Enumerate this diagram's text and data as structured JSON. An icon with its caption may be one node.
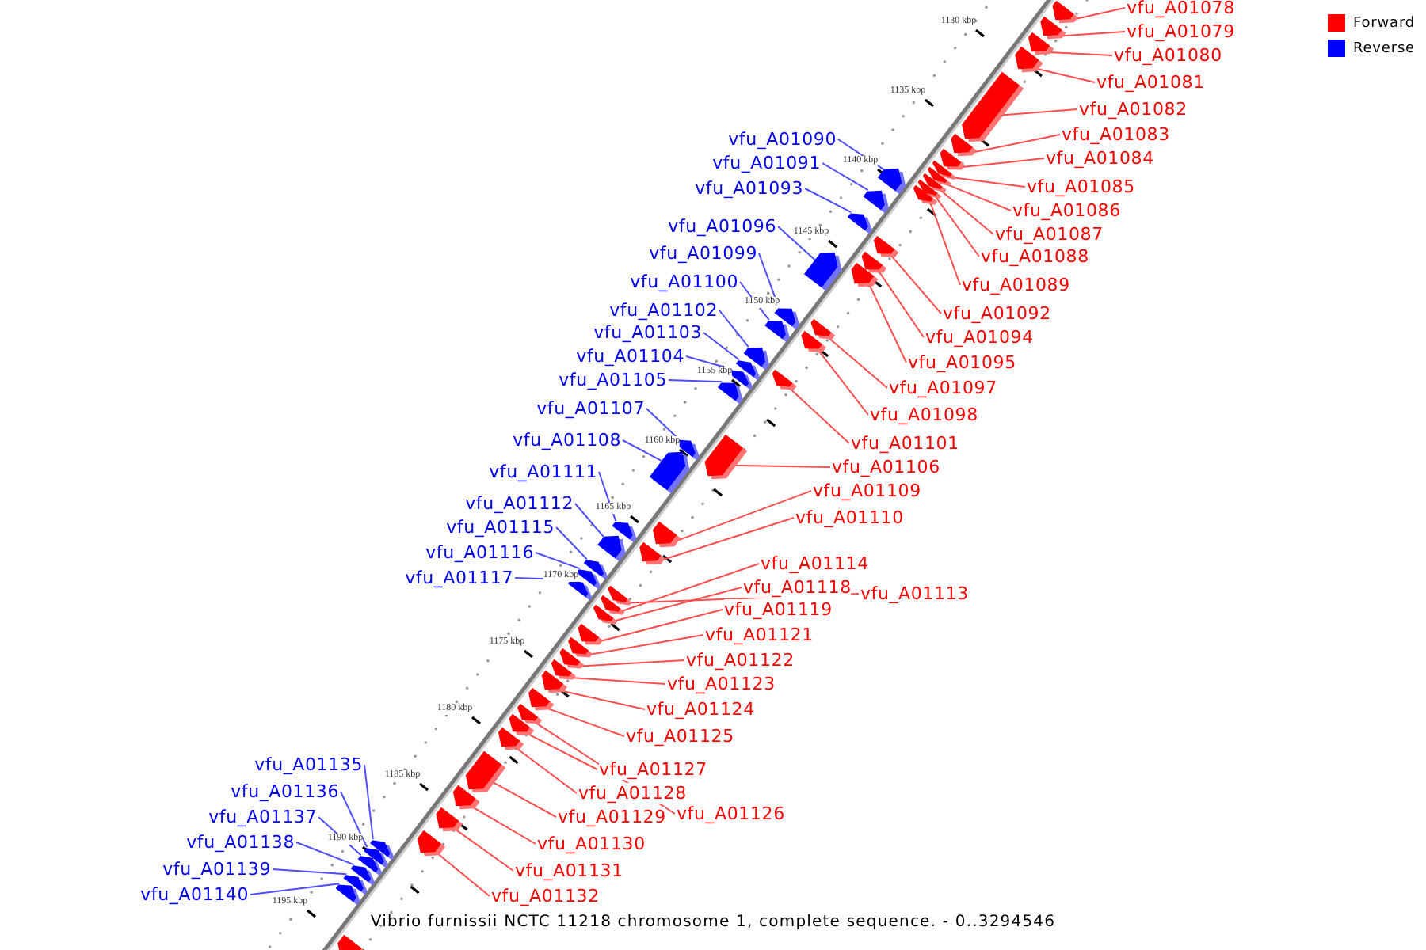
{
  "diagram": {
    "caption": "Vibrio furnissii NCTC 11218 chromosome 1, complete sequence. - 0..3294546",
    "nodes": [
      {
        "text": [
          "vfu_A01078"
        ]
      },
      {
        "text": [],
        "shape": "pentagon"
      },
      {
        "text": [
          "vfu_A01079"
        ]
      },
      {
        "text": [],
        "shape": "pentagon"
      },
      {
        "text": [
          "vfu_A01080"
        ]
      },
      {
        "text": [],
        "shape": "pentagon"
      },
      {
        "text": [
          "vfu_A01081"
        ]
      },
      {
        "text": [],
        "shape": "pentagon"
      },
      {
        "text": [
          "vfu_A01082"
        ]
      },
      {
        "text": [],
        "shape": "pentagon"
      },
      {
        "text": [
          "vfu_A01083"
        ]
      },
      {
        "text": [],
        "shape": "pentagon"
      },
      {
        "text": [
          "vfu_A01084"
        ]
      },
      {
        "text": [],
        "shape": "pentagon"
      },
      {
        "text": [
          "vfu_A01085"
        ]
      },
      {
        "text": [],
        "shape": "pentagon"
      },
      {
        "text": [
          "vfu_A01086"
        ]
      },
      {
        "text": [],
        "shape": "pentagon"
      },
      {
        "text": [
          "vfu_A01087"
        ]
      },
      {
        "text": [],
        "shape": "pentagon"
      },
      {
        "text": [
          "vfu_A01088"
        ]
      },
      {
        "text": [],
        "shape": "pentagon"
      },
      {
        "text": [
          "vfu_A01089"
        ]
      },
      {
        "text": [],
        "shape": "pentagon"
      },
      {
        "text": [
          "vfu_A01090"
        ]
      },
      {
        "text": [],
        "shape": "pentagon"
      },
      {
        "text": [
          "vfu_A01091"
        ]
      },
      {
        "text": [],
        "shape": "pentagon"
      },
      {
        "text": [
          "vfu_A01092"
        ]
      },
      {
        "text": [],
        "shape": "pentagon"
      },
      {
        "text": [
          "vfu_A01093"
        ]
      },
      {
        "text": [],
        "shape": "pentagon"
      },
      {
        "text": [
          "vfu_A01094"
        ]
      },
      {
        "text": [],
        "shape": "pentagon"
      },
      {
        "text": [
          "vfu_A01095"
        ]
      },
      {
        "text": [],
        "shape": "pentagon"
      },
      {
        "text": [
          "vfu_A01096"
        ]
      },
      {
        "text": [],
        "shape": "pentagon"
      },
      {
        "text": [
          "vfu_A01097"
        ]
      },
      {
        "text": [],
        "shape": "pentagon"
      },
      {
        "text": [
          "vfu_A01098"
        ]
      },
      {
        "text": [],
        "shape": "pentagon"
      },
      {
        "text": [
          "vfu_A01099"
        ]
      },
      {
        "text": [],
        "shape": "pentagon"
      },
      {
        "text": [
          "vfu_A01100"
        ]
      },
      {
        "text": [],
        "shape": "pentagon"
      },
      {
        "text": [
          "vfu_A01101"
        ]
      },
      {
        "text": [],
        "shape": "pentagon"
      },
      {
        "text": [
          "vfu_A01102"
        ]
      },
      {
        "text": [],
        "shape": "pentagon"
      },
      {
        "text": [
          "vfu_A01103"
        ]
      },
      {
        "text": [],
        "shape": "pentagon"
      },
      {
        "text": [
          "vfu_A01104"
        ]
      },
      {
        "text": [],
        "shape": "pentagon"
      },
      {
        "text": [
          "vfu_A01105"
        ]
      },
      {
        "text": [],
        "shape": "pentagon"
      },
      {
        "text": [
          "vfu_A01106"
        ]
      },
      {
        "text": [],
        "shape": "pentagon"
      },
      {
        "text": [
          "vfu_A01107"
        ]
      },
      {
        "text": [],
        "shape": "pentagon"
      },
      {
        "text": [
          "vfu_A01108"
        ]
      },
      {
        "text": [],
        "shape": "pentagon"
      },
      {
        "text": [
          "vfu_A01109"
        ]
      },
      {
        "text": [],
        "shape": "pentagon"
      },
      {
        "text": [
          "vfu_A01110"
        ]
      },
      {
        "text": [],
        "shape": "pentagon"
      },
      {
        "text": [
          "vfu_A01111"
        ]
      },
      {
        "text": [],
        "shape": "pentagon"
      },
      {
        "text": [
          "vfu_A01112"
        ]
      },
      {
        "text": [],
        "shape": "pentagon"
      },
      {
        "text": [
          "vfu_A01113"
        ]
      },
      {
        "text": [],
        "shape": "pentagon"
      },
      {
        "text": [
          "vfu_A01114"
        ]
      },
      {
        "text": [],
        "shape": "pentagon"
      },
      {
        "text": [
          "vfu_A01115"
        ]
      },
      {
        "text": [],
        "shape": "pentagon"
      },
      {
        "text": [
          "vfu_A01116"
        ]
      },
      {
        "text": [],
        "shape": "pentagon"
      },
      {
        "text": [
          "vfu_A01117"
        ]
      },
      {
        "text": [],
        "shape": "pentagon"
      },
      {
        "text": [
          "vfu_A01118"
        ]
      },
      {
        "text": [],
        "shape": "pentagon"
      },
      {
        "text": [
          "vfu_A01119"
        ]
      },
      {
        "text": [],
        "shape": "pentagon"
      },
      {
        "text": [
          "vfu_A01121"
        ]
      },
      {
        "text": [],
        "shape": "pentagon"
      },
      {
        "text": [
          "vfu_A01122"
        ]
      },
      {
        "text": [],
        "shape": "pentagon"
      },
      {
        "text": [
          "vfu_A01123"
        ]
      },
      {
        "text": [],
        "shape": "pentagon"
      },
      {
        "text": [
          "vfu_A01124"
        ]
      },
      {
        "text": [],
        "shape": "pentagon"
      },
      {
        "text": [
          "vfu_A01125"
        ]
      },
      {
        "text": [],
        "shape": "pentagon"
      },
      {
        "text": [
          "vfu_A01126"
        ]
      },
      {
        "text": [],
        "shape": "pentagon"
      },
      {
        "text": [
          "vfu_A01127"
        ]
      },
      {
        "text": [],
        "shape": "pentagon"
      },
      {
        "text": [
          "vfu_A01128"
        ]
      },
      {
        "text": [],
        "shape": "pentagon"
      },
      {
        "text": [
          "vfu_A01129"
        ]
      },
      {
        "text": [],
        "shape": "pentagon"
      },
      {
        "text": [
          "vfu_A01130"
        ]
      },
      {
        "text": [],
        "shape": "pentagon"
      },
      {
        "text": [
          "vfu_A01131"
        ]
      },
      {
        "text": [],
        "shape": "pentagon"
      },
      {
        "text": [
          "vfu_A01132"
        ]
      },
      {
        "text": [],
        "shape": "pentagon"
      },
      {
        "text": [
          "vfu_A01135"
        ]
      },
      {
        "text": [],
        "shape": "pentagon"
      },
      {
        "text": [
          "vfu_A01136"
        ]
      },
      {
        "text": [],
        "shape": "pentagon"
      },
      {
        "text": [
          "vfu_A01137"
        ]
      },
      {
        "text": [],
        "shape": "pentagon"
      },
      {
        "text": [
          "vfu_A01138"
        ]
      },
      {
        "text": [],
        "shape": "pentagon"
      },
      {
        "text": [
          "vfu_A01139"
        ]
      },
      {
        "text": [],
        "shape": "pentagon"
      },
      {
        "text": [
          "vfu_A01140"
        ]
      },
      {
        "text": [],
        "shape": "pentagon"
      },
      {
        "text": [],
        "shape": "pentagon"
      }
    ],
    "edges": [
      {
        "from": 0,
        "to": 1,
        "arrow": "none"
      },
      {
        "from": 2,
        "to": 3,
        "arrow": "none"
      },
      {
        "from": 4,
        "to": 5,
        "arrow": "none"
      },
      {
        "from": 6,
        "to": 7,
        "arrow": "none"
      },
      {
        "from": 8,
        "to": 9,
        "arrow": "none"
      },
      {
        "from": 10,
        "to": 11,
        "arrow": "none"
      },
      {
        "from": 12,
        "to": 13,
        "arrow": "none"
      },
      {
        "from": 14,
        "to": 15,
        "arrow": "none"
      },
      {
        "from": 16,
        "to": 17,
        "arrow": "none"
      },
      {
        "from": 18,
        "to": 19,
        "arrow": "none"
      },
      {
        "from": 20,
        "to": 21,
        "arrow": "none"
      },
      {
        "from": 22,
        "to": 23,
        "arrow": "none"
      },
      {
        "from": 24,
        "to": 25,
        "arrow": "none",
        "color": "#4d4dff"
      },
      {
        "from": 26,
        "to": 27,
        "arrow": "none",
        "color": "#4d4dff"
      },
      {
        "from": 28,
        "to": 29,
        "arrow": "none"
      },
      {
        "from": 30,
        "to": 31,
        "arrow": "none",
        "color": "#4d4dff"
      },
      {
        "from": 32,
        "to": 33,
        "arrow": "none"
      },
      {
        "from": 34,
        "to": 35,
        "arrow": "none"
      },
      {
        "from": 36,
        "to": 37,
        "arrow": "none",
        "color": "#4d4dff"
      },
      {
        "from": 38,
        "to": 39,
        "arrow": "none"
      },
      {
        "from": 40,
        "to": 41,
        "arrow": "none"
      },
      {
        "from": 42,
        "to": 43,
        "arrow": "none",
        "color": "#4d4dff"
      },
      {
        "from": 44,
        "to": 45,
        "arrow": "none",
        "color": "#4d4dff"
      },
      {
        "from": 46,
        "to": 47,
        "arrow": "none"
      },
      {
        "from": 48,
        "to": 49,
        "arrow": "none",
        "color": "#4d4dff"
      },
      {
        "from": 50,
        "to": 51,
        "arrow": "none",
        "color": "#4d4dff"
      },
      {
        "from": 52,
        "to": 53,
        "arrow": "none",
        "color": "#4d4dff"
      },
      {
        "from": 54,
        "to": 55,
        "arrow": "none",
        "color": "#4d4dff"
      },
      {
        "from": 56,
        "to": 57,
        "arrow": "none"
      },
      {
        "from": 58,
        "to": 59,
        "arrow": "none",
        "color": "#4d4dff"
      },
      {
        "from": 60,
        "to": 61,
        "arrow": "none",
        "color": "#4d4dff"
      },
      {
        "from": 62,
        "to": 63,
        "arrow": "none"
      },
      {
        "from": 64,
        "to": 65,
        "arrow": "none"
      },
      {
        "from": 66,
        "to": 67,
        "arrow": "none",
        "color": "#4d4dff"
      },
      {
        "from": 68,
        "to": 69,
        "arrow": "none",
        "color": "#4d4dff"
      },
      {
        "from": 70,
        "to": 71,
        "arrow": "none"
      },
      {
        "from": 72,
        "to": 73,
        "arrow": "none"
      },
      {
        "from": 74,
        "to": 75,
        "arrow": "none",
        "color": "#4d4dff"
      },
      {
        "from": 76,
        "to": 77,
        "arrow": "none",
        "color": "#4d4dff"
      },
      {
        "from": 78,
        "to": 79,
        "arrow": "none",
        "color": "#4d4dff"
      },
      {
        "from": 80,
        "to": 81,
        "arrow": "none"
      },
      {
        "from": 82,
        "to": 83,
        "arrow": "none"
      },
      {
        "from": 84,
        "to": 85,
        "arrow": "none"
      },
      {
        "from": 86,
        "to": 87,
        "arrow": "none"
      },
      {
        "from": 88,
        "to": 89,
        "arrow": "none"
      },
      {
        "from": 90,
        "to": 91,
        "arrow": "none"
      },
      {
        "from": 92,
        "to": 93,
        "arrow": "none"
      },
      {
        "from": 94,
        "to": 95,
        "arrow": "none"
      },
      {
        "from": 96,
        "to": 97,
        "arrow": "none"
      },
      {
        "from": 98,
        "to": 99,
        "arrow": "none"
      },
      {
        "from": 100,
        "to": 101,
        "arrow": "none"
      },
      {
        "from": 102,
        "to": 103,
        "arrow": "none"
      },
      {
        "from": 104,
        "to": 105,
        "arrow": "none"
      },
      {
        "from": 106,
        "to": 107,
        "arrow": "none"
      },
      {
        "from": 108,
        "to": 109,
        "arrow": "none",
        "color": "#4d4dff"
      },
      {
        "from": 110,
        "to": 111,
        "arrow": "none",
        "color": "#4d4dff"
      },
      {
        "from": 112,
        "to": 113,
        "arrow": "none",
        "color": "#4d4dff"
      },
      {
        "from": 114,
        "to": 115,
        "arrow": "none",
        "color": "#4d4dff"
      },
      {
        "from": 116,
        "to": 117,
        "arrow": "none",
        "color": "#4d4dff"
      },
      {
        "from": 118,
        "to": 119,
        "arrow": "none",
        "color": "#4d4dff"
      }
    ],
    "labels": [
      "1130 kbp",
      "1135 kbp",
      "1140 kbp",
      "1145 kbp",
      "1150 kbp",
      "1155 kbp",
      "1160 kbp",
      "1165 kbp",
      "1170 kbp",
      "1175 kbp",
      "1180 kbp",
      "1185 kbp",
      "1190 kbp",
      "1195 kbp"
    ],
    "legend": [
      {
        "text": "Forward",
        "color": "#ff0000"
      },
      {
        "text": "Reverse",
        "color": "#0000ff"
      }
    ]
  }
}
